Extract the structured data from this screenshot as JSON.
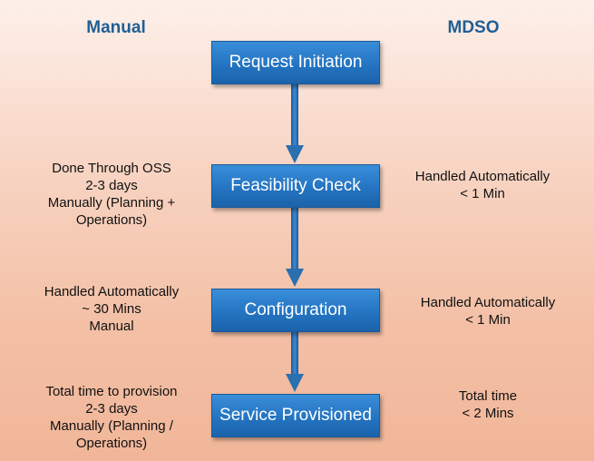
{
  "columns": {
    "left": "Manual",
    "right": "MDSO"
  },
  "steps": [
    "Request Initiation",
    "Feasibility Check",
    "Configuration",
    "Service Provisioned"
  ],
  "manual_notes": [
    [
      "Done Through OSS",
      "2-3 days",
      "Manually (Planning +",
      "Operations)"
    ],
    [
      "Handled Automatically",
      "~ 30 Mins",
      "Manual"
    ],
    [
      "Total time to provision",
      "2-3 days",
      "Manually  (Planning /",
      "Operations)"
    ]
  ],
  "mdso_notes": [
    [
      "Handled Automatically",
      "< 1 Min"
    ],
    [
      "Handled Automatically",
      "< 1 Min"
    ],
    [
      "Total time",
      "< 2 Mins"
    ]
  ],
  "colors": {
    "heading": "#1f5f96",
    "step_fill": "#2474c2",
    "arrow": "#2a6fb0"
  }
}
